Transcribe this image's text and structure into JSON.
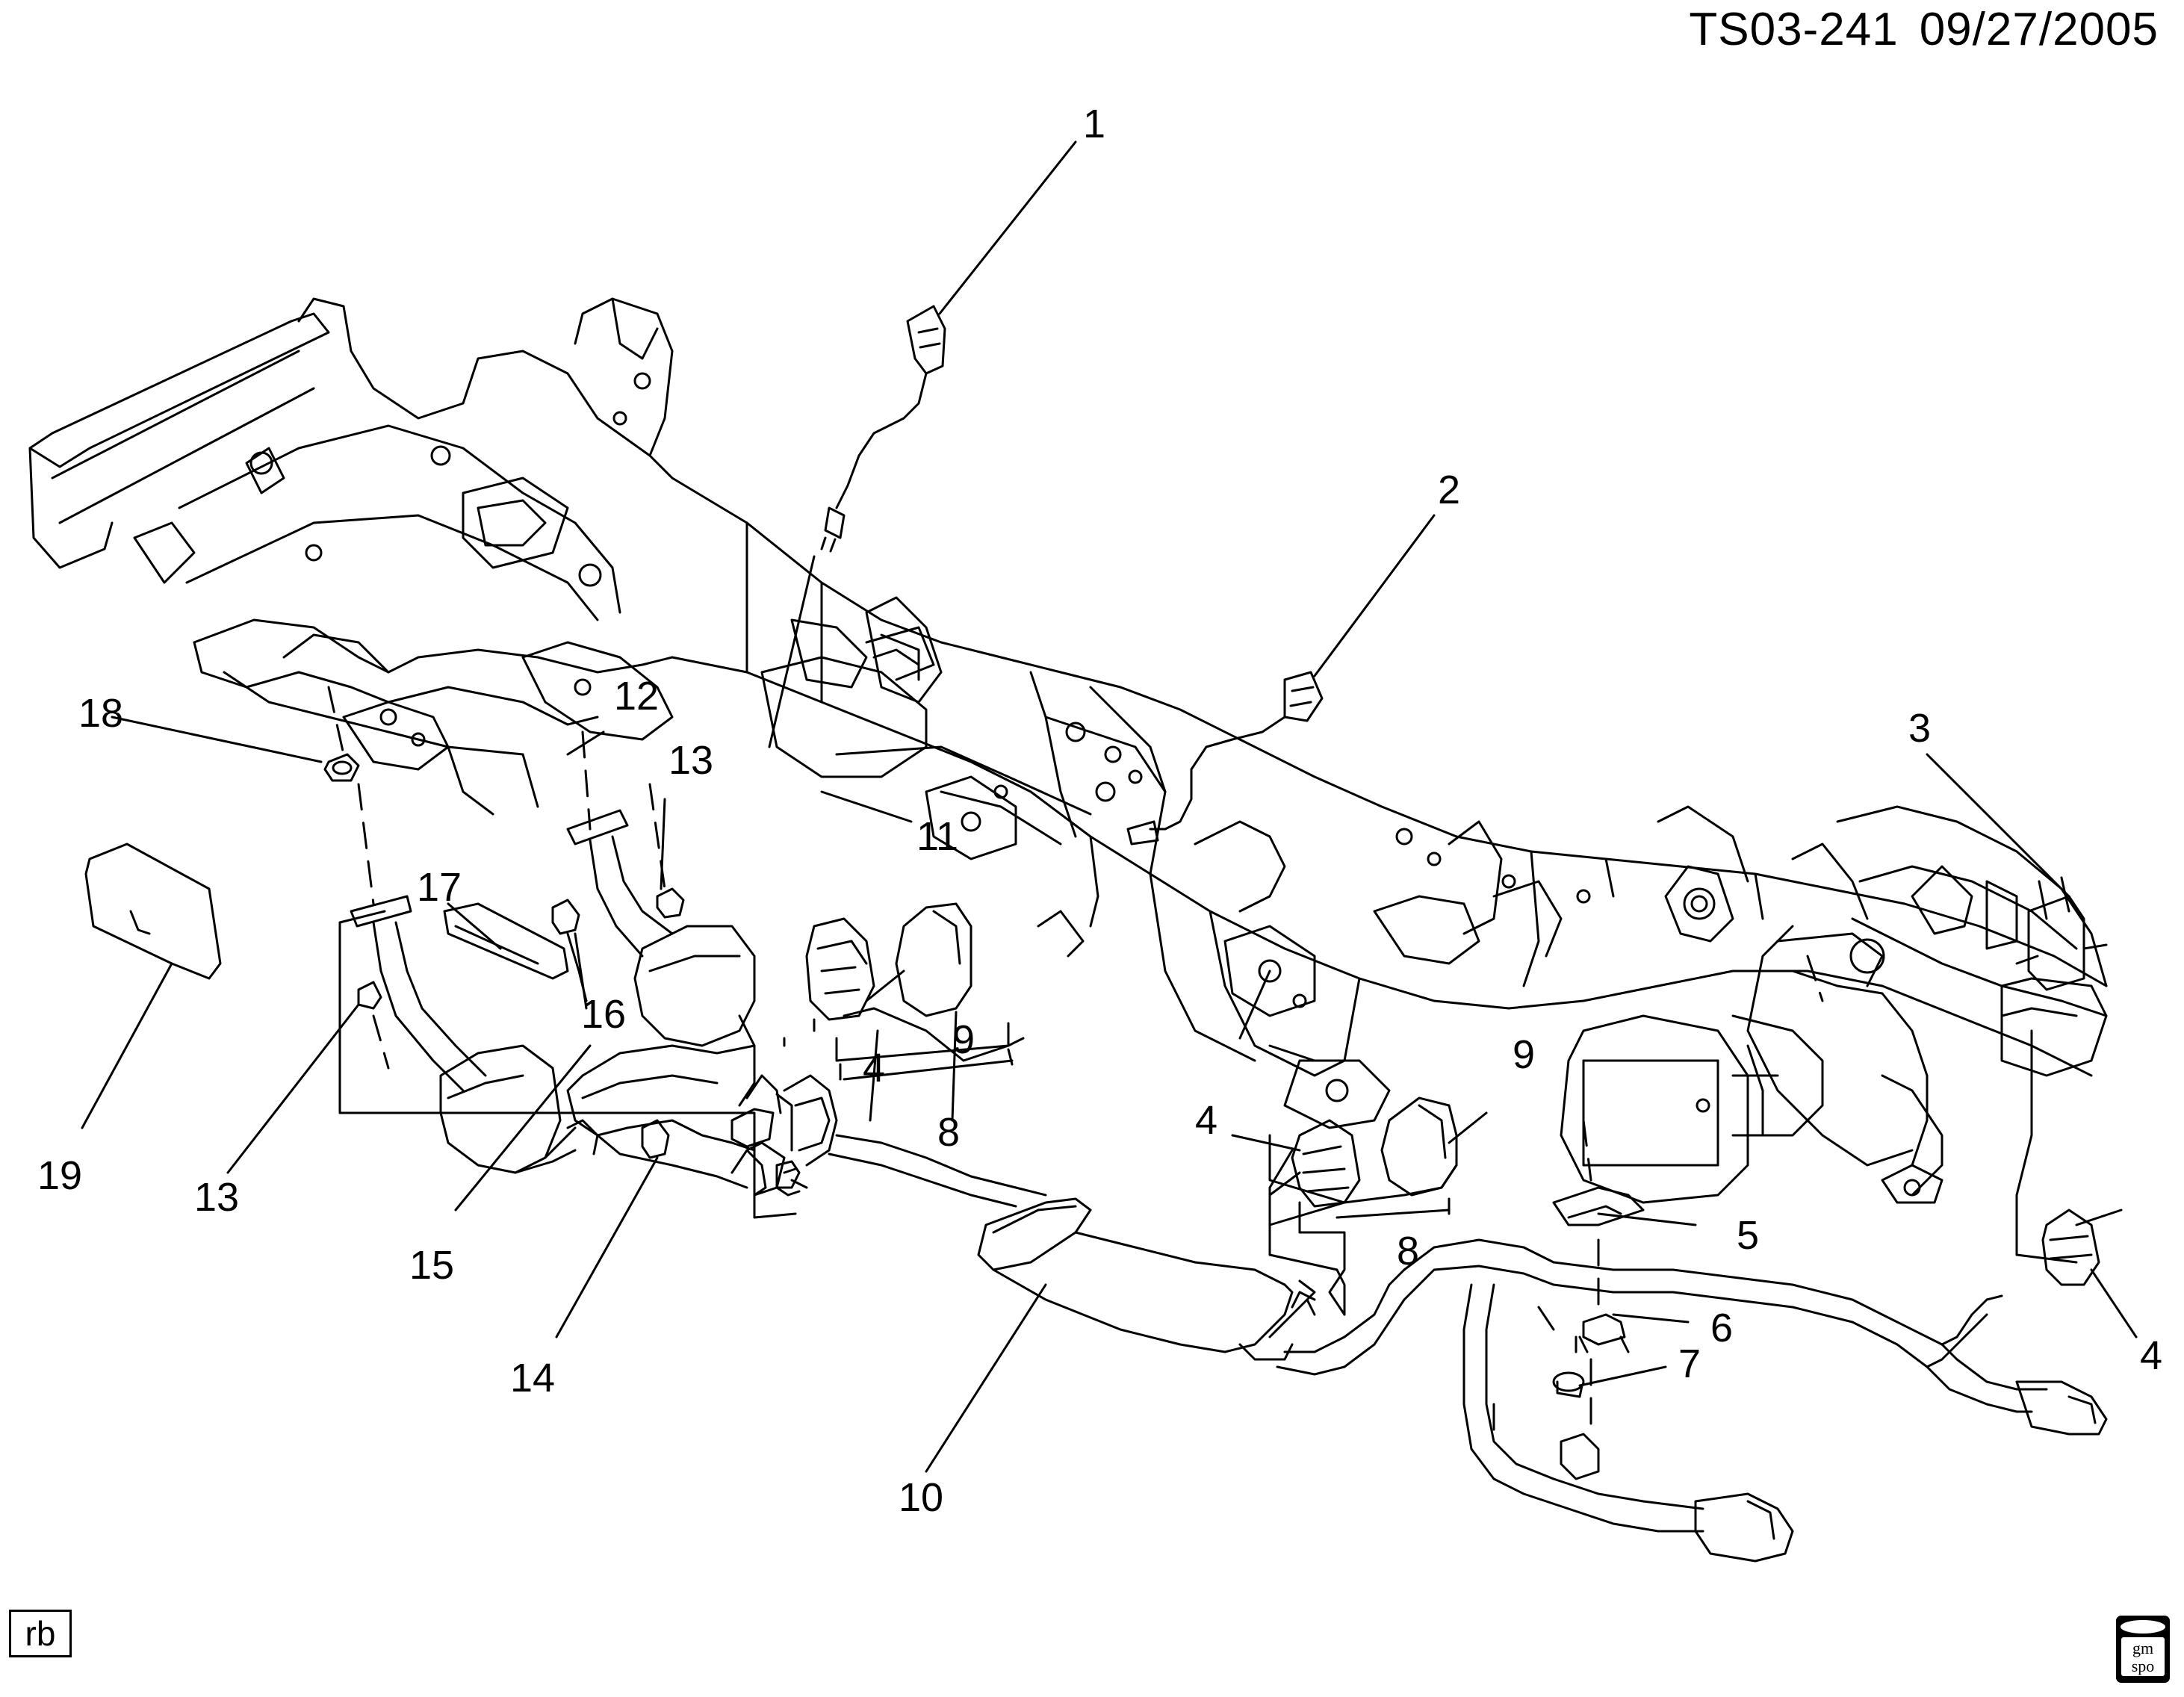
{
  "header": {
    "code": "TS03-241",
    "date": "09/27/2005"
  },
  "corner_label": "rb",
  "logo_text": [
    "gm",
    "spo"
  ],
  "callouts": [
    "1",
    "2",
    "3",
    "4",
    "4",
    "4",
    "5",
    "6",
    "7",
    "8",
    "8",
    "9",
    "9",
    "10",
    "11",
    "12",
    "13",
    "13",
    "14",
    "15",
    "16",
    "17",
    "18",
    "19"
  ]
}
